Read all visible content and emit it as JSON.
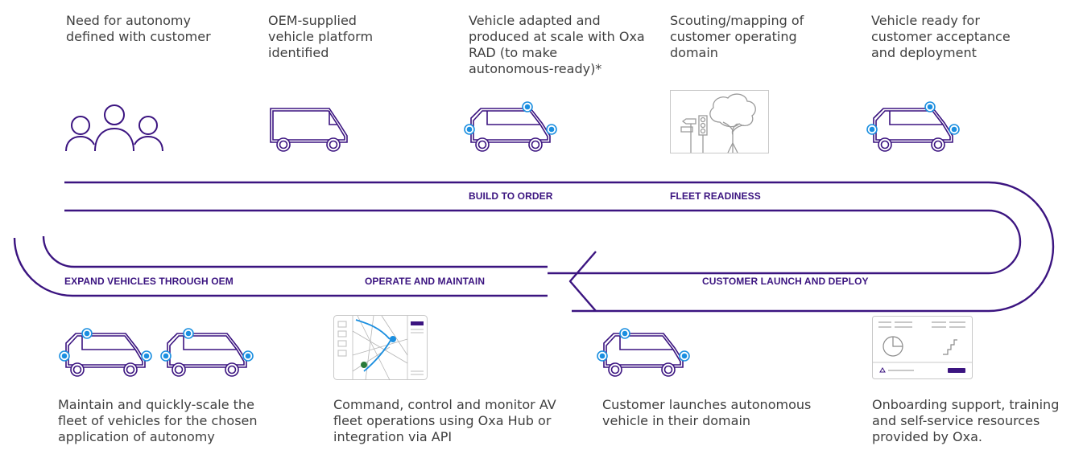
{
  "top_steps": [
    {
      "text": "Need for autonomy defined with customer",
      "icon": "people-icon"
    },
    {
      "text": "OEM-supplied vehicle platform identified",
      "icon": "van-icon"
    },
    {
      "text": "Vehicle adapted and produced at scale with Oxa RAD (to make autonomous-ready)*",
      "icon": "autonomous-van-icon"
    },
    {
      "text": "Scouting/mapping of customer operating domain",
      "icon": "map-scene-icon"
    },
    {
      "text": "Vehicle ready for customer acceptance and deployment",
      "icon": "autonomous-van-icon"
    }
  ],
  "stages": {
    "build_to_order": "BUILD TO ORDER",
    "fleet_readiness": "FLEET READINESS",
    "expand_vehicles": "EXPAND VEHICLES THROUGH OEM",
    "operate_maintain": "OPERATE AND MAINTAIN",
    "customer_launch": "CUSTOMER LAUNCH AND DEPLOY"
  },
  "bottom_steps": [
    {
      "text": "Maintain and quickly-scale the fleet of vehicles for the chosen application of autonomy",
      "icon": "fleet-vans-icon"
    },
    {
      "text": "Command, control and monitor AV fleet operations using Oxa Hub or integration via API",
      "icon": "hub-map-icon"
    },
    {
      "text": "Customer launches autonomous vehicle in their domain",
      "icon": "autonomous-van-icon"
    },
    {
      "text": "Onboarding support, training and self-service resources provided by Oxa.",
      "icon": "dashboard-icon"
    }
  ],
  "colors": {
    "flow_line": "#3b1480",
    "sensor": "#1b8fe0",
    "text": "#3f3f3f"
  }
}
